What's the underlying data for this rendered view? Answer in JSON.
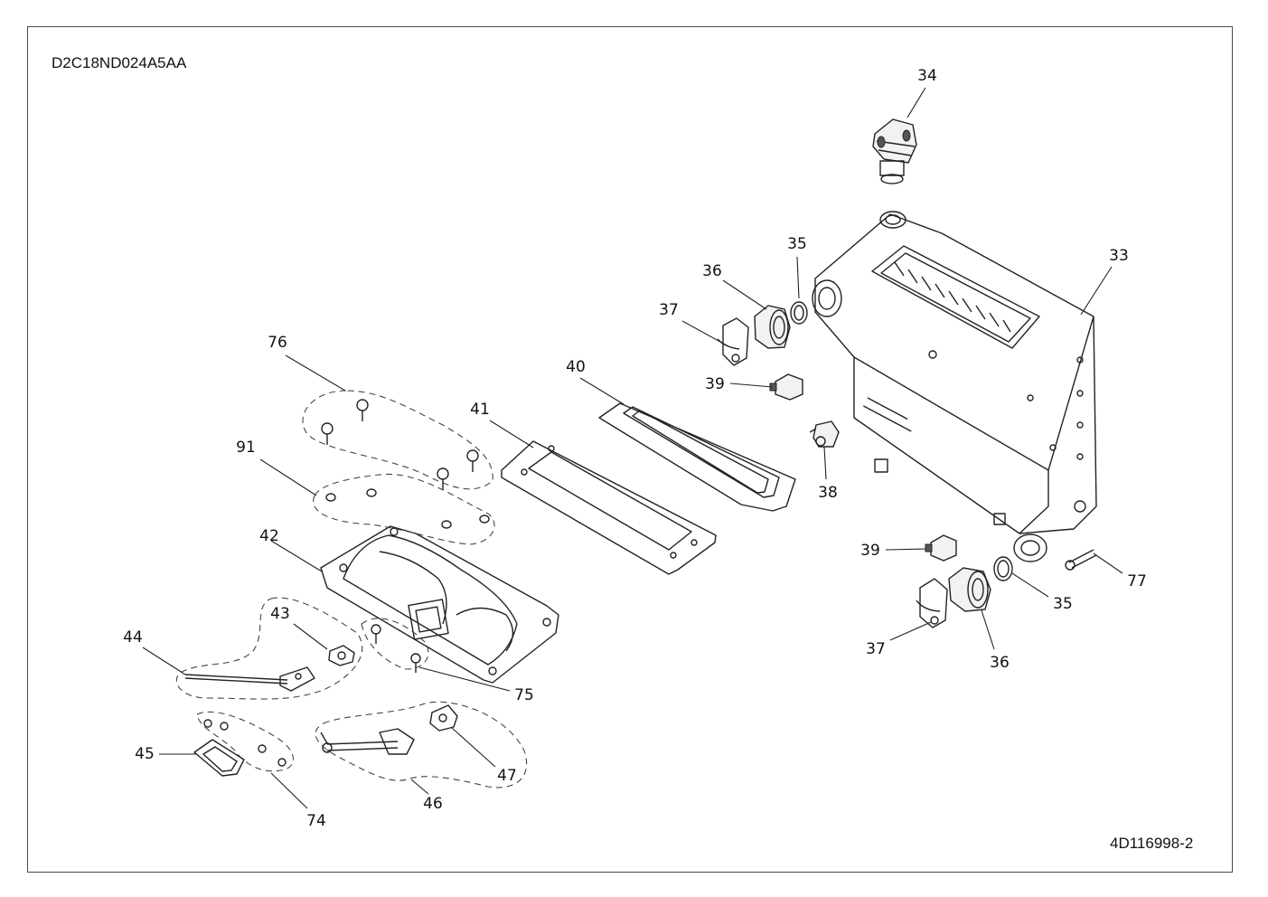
{
  "header": {
    "model_code": "D2C18ND024A5AA"
  },
  "footer": {
    "drawing_number": "4D116998-2"
  },
  "callouts": {
    "c33": "33",
    "c34": "34",
    "c35a": "35",
    "c35b": "35",
    "c36a": "36",
    "c36b": "36",
    "c37a": "37",
    "c37b": "37",
    "c38": "38",
    "c39a": "39",
    "c39b": "39",
    "c40": "40",
    "c41": "41",
    "c42": "42",
    "c43": "43",
    "c44": "44",
    "c45": "45",
    "c46": "46",
    "c47": "47",
    "c74": "74",
    "c75": "75",
    "c76": "76",
    "c77": "77",
    "c91": "91"
  },
  "colors": {
    "line": "#222222",
    "background": "#ffffff",
    "frame": "#4a4a4a"
  }
}
